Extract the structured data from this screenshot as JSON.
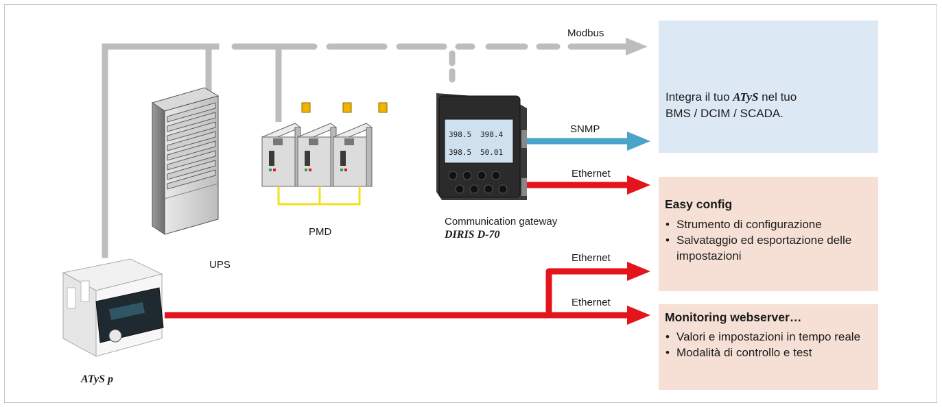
{
  "links": {
    "modbus_label": "Modbus",
    "snmp_label": "SNMP",
    "ethernet_label": "Ethernet"
  },
  "devices": {
    "ups_label": "UPS",
    "pmd_label": "PMD",
    "gateway_caption": "Communication gateway",
    "gateway_model": "DIRIS D-70",
    "gateway_screen": [
      "398.5",
      "398.4",
      "398.5",
      "50.01"
    ],
    "atys_label": "ATyS p"
  },
  "panels": {
    "integrate": {
      "prefix": "Integra il tuo ",
      "product": "ATyS",
      "suffix": " nel tuo",
      "line2": "BMS / DCIM / SCADA."
    },
    "easy_config": {
      "title": "Easy config",
      "items": [
        "Strumento di configurazione",
        "Salvataggio ed esportazione delle impostazioni"
      ]
    },
    "monitoring": {
      "title": "Monitoring webserver…",
      "items": [
        "Valori e impostazioni in tempo reale",
        "Modalità di controllo e test"
      ]
    }
  },
  "colors": {
    "modbus": "#bdbdbd",
    "snmp": "#4aa3c8",
    "ethernet": "#e3141c",
    "pmd_bus": "#f2e21a",
    "panel_blue": "#dde8f5",
    "panel_peach": "#f6e0d6"
  }
}
